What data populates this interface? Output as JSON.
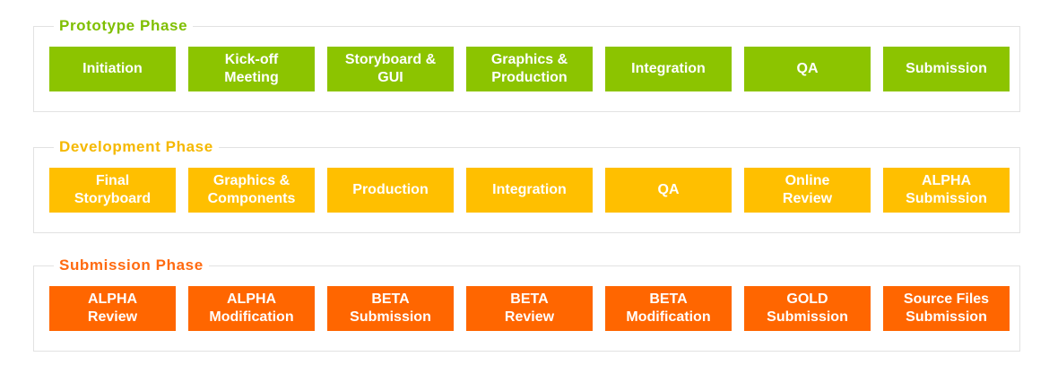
{
  "colors": {
    "prototype": "#8cc400",
    "development": "#ffbf00",
    "submission": "#ff6600"
  },
  "phases": [
    {
      "title": "Prototype Phase",
      "color": "#8cc400",
      "title_color": "#7fbf00",
      "steps": [
        "Initiation",
        "Kick-off\nMeeting",
        "Storyboard &\nGUI",
        "Graphics &\nProduction",
        "Integration",
        "QA",
        "Submission"
      ]
    },
    {
      "title": "Development Phase",
      "color": "#ffbf00",
      "title_color": "#f5b800",
      "steps": [
        "Final\nStoryboard",
        "Graphics &\nComponents",
        "Production",
        "Integration",
        "QA",
        "Online\nReview",
        "ALPHA\nSubmission"
      ]
    },
    {
      "title": "Submission Phase",
      "color": "#ff6600",
      "title_color": "#ff6a10",
      "steps": [
        "ALPHA\nReview",
        "ALPHA\nModification",
        "BETA\nSubmission",
        "BETA\nReview",
        "BETA\nModification",
        "GOLD\nSubmission",
        "Source Files\nSubmission"
      ]
    }
  ]
}
